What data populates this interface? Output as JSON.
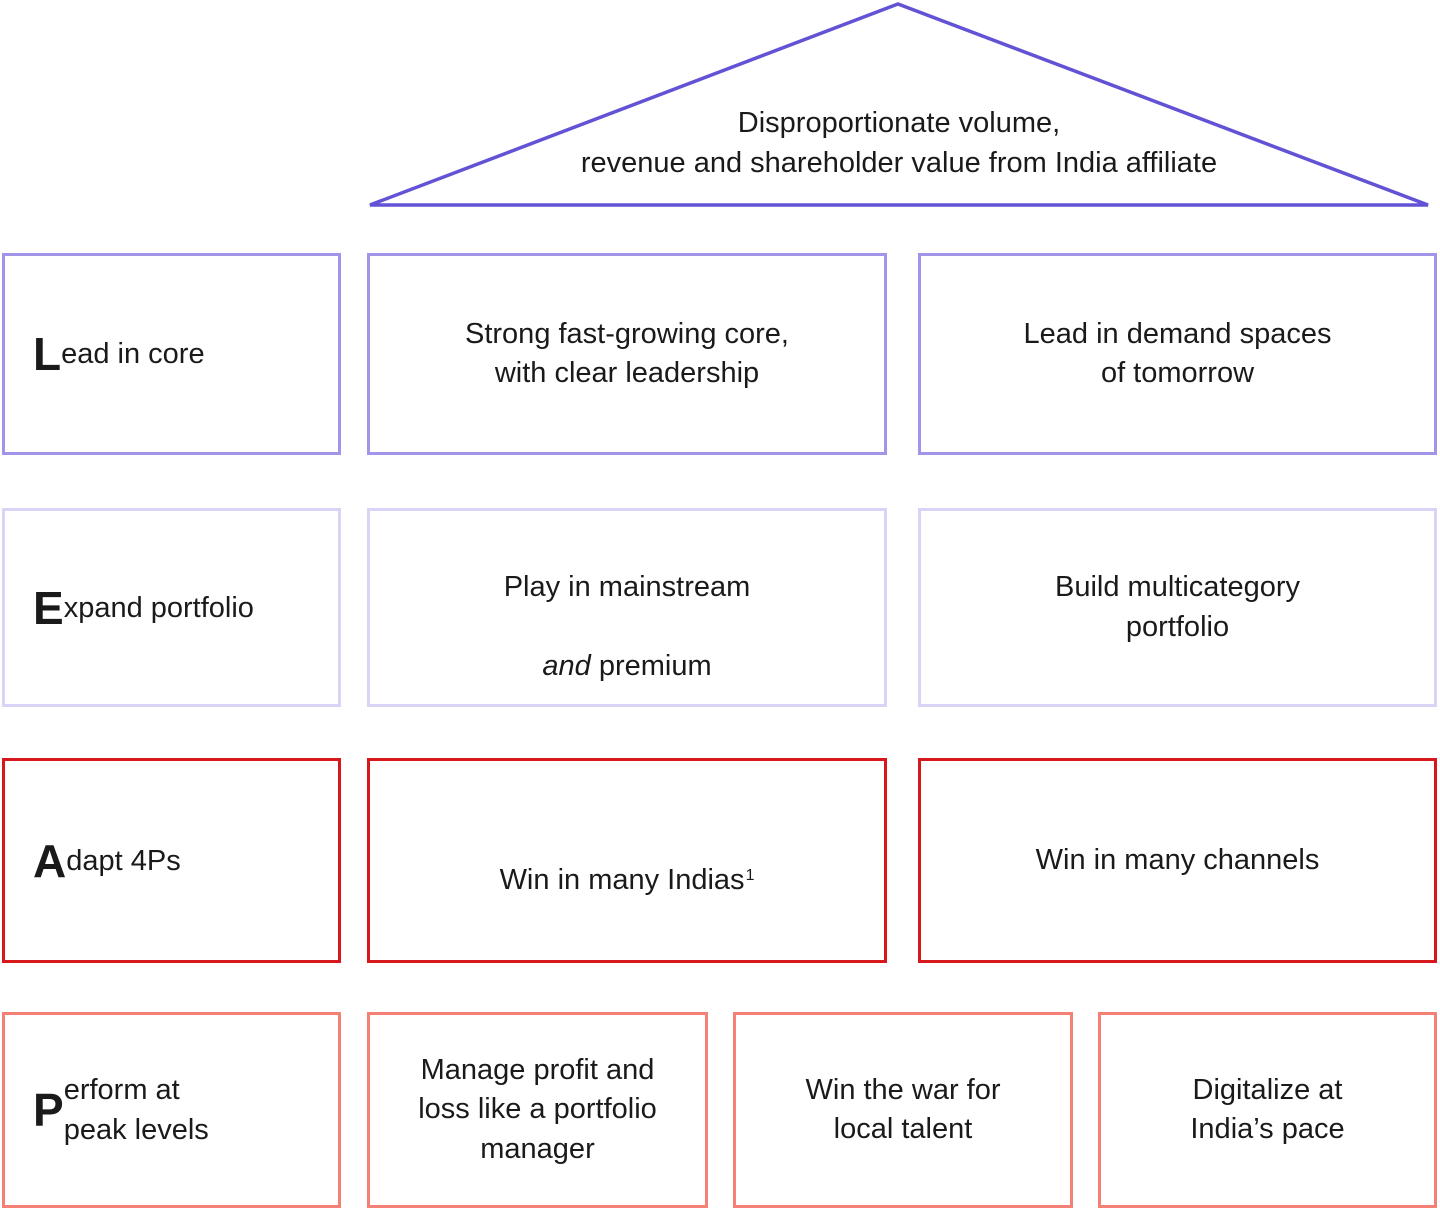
{
  "palette": {
    "triangle_stroke": "#6253d6",
    "row1_border": "#a195e9",
    "row2_border": "#d7d4f6",
    "row3_border": "#d6181c",
    "row4_border": "#f48076",
    "text": "#1a1a1a"
  },
  "roof": {
    "text": "Disproportionate volume,\nrevenue and shareholder value from India affiliate"
  },
  "rows": [
    {
      "label": {
        "initial": "L",
        "rest": "ead in core"
      },
      "cells": [
        "Strong fast-growing core,\nwith clear leadership",
        "Lead in demand spaces\nof tomorrow"
      ]
    },
    {
      "label": {
        "initial": "E",
        "rest": "xpand portfolio"
      },
      "cell1": {
        "line1": "Play in mainstream",
        "italic": "and",
        "rest": " premium"
      },
      "cell2": "Build multicategory\nportfolio"
    },
    {
      "label": {
        "initial": "A",
        "rest": "dapt 4Ps"
      },
      "cell1": {
        "text": "Win in many Indias",
        "superscript": "1"
      },
      "cell2": "Win in many channels"
    },
    {
      "label": {
        "initial": "P",
        "rest": "erform at\npeak levels"
      },
      "cells": [
        "Manage profit and\nloss like a portfolio\nmanager",
        "Win the war for\nlocal talent",
        "Digitalize at\nIndia’s pace"
      ]
    }
  ]
}
